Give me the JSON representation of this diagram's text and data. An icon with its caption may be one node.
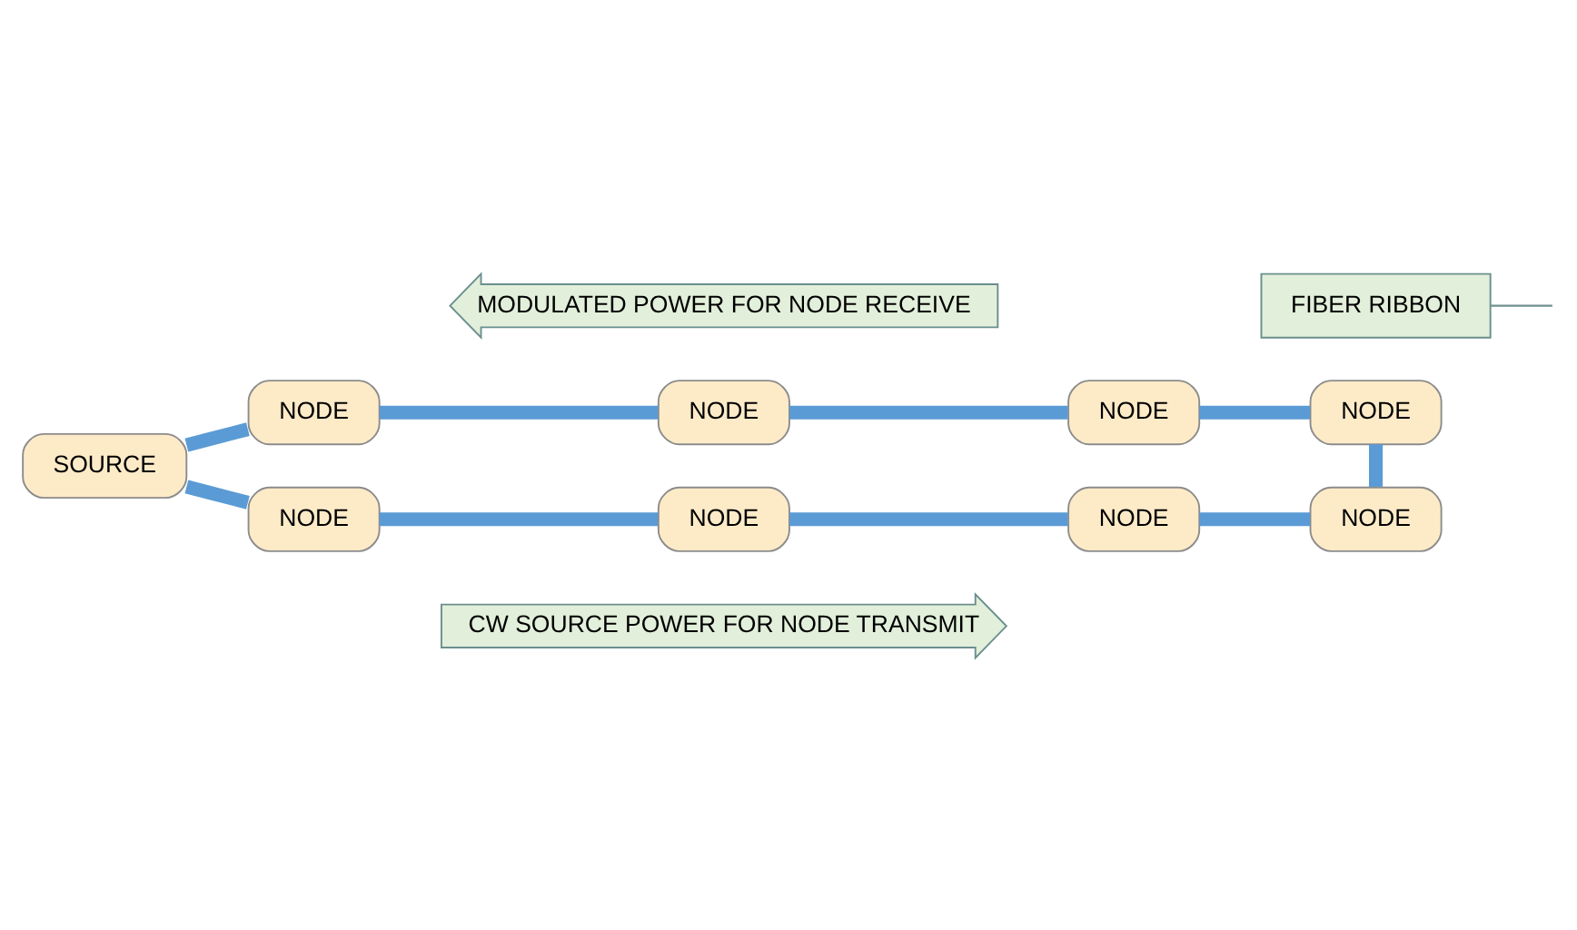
{
  "diagram": {
    "nodes": [
      {
        "text": [
          "CW SOURCE POWER FOR NODE TRANSMIT"
        ]
      },
      {
        "text": [
          "NODE"
        ]
      },
      {
        "text": [
          "NODE"
        ]
      },
      {
        "text": [
          "NODE"
        ]
      },
      {
        "text": [
          "NODE"
        ]
      },
      {
        "text": [
          "SOURCE"
        ]
      },
      {
        "text": [
          "MODULATED POWER FOR NODE RECEIVE"
        ]
      },
      {
        "text": [
          "FIBER RIBBON"
        ]
      },
      {
        "text": [
          "NODE"
        ]
      },
      {
        "text": [
          "NODE"
        ]
      },
      {
        "text": [
          "NODE"
        ]
      },
      {
        "text": [
          "NODE"
        ]
      }
    ],
    "edges": [
      {
        "from": 5,
        "to": 1,
        "arrow": "none"
      },
      {
        "from": 1,
        "to": 2,
        "arrow": "none"
      },
      {
        "from": 2,
        "to": 3,
        "arrow": "none"
      },
      {
        "from": 3,
        "to": 4,
        "arrow": "none"
      },
      {
        "from": 4,
        "to": 11,
        "arrow": "none"
      },
      {
        "from": 11,
        "to": 10,
        "arrow": "none"
      },
      {
        "from": 10,
        "to": 9,
        "arrow": "none"
      },
      {
        "from": 9,
        "to": 8,
        "arrow": "none"
      },
      {
        "from": 8,
        "to": 5,
        "arrow": "none"
      },
      {
        "from": 7,
        "to": null,
        "arrow": "none",
        "color": "#6f8f8f"
      }
    ]
  }
}
